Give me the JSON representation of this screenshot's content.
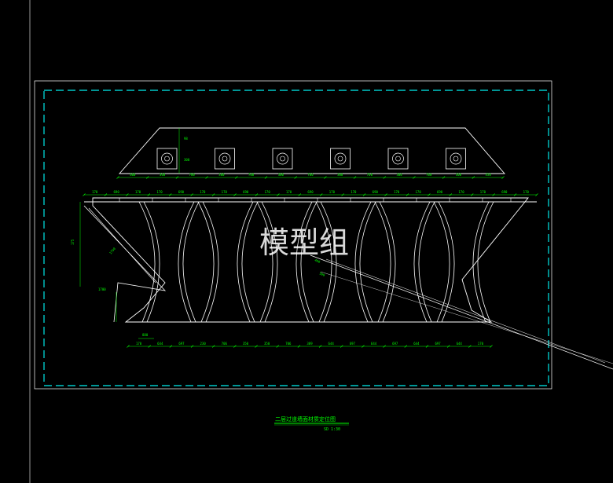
{
  "drawing": {
    "title": "二层过道墙面材质定位图",
    "scale": "SD 1:30",
    "watermark": "模型组"
  },
  "dims": {
    "top_row": [
      "600",
      "300",
      "700",
      "300",
      "700",
      "300",
      "700",
      "300",
      "700",
      "300",
      "700",
      "300",
      "450"
    ],
    "side_top": [
      "98",
      "300"
    ],
    "upper_band": [
      "170",
      "690",
      "170",
      "170",
      "690",
      "170",
      "170",
      "690",
      "170",
      "170",
      "690",
      "170",
      "170",
      "690",
      "170",
      "170",
      "690",
      "170",
      "170",
      "690",
      "170"
    ],
    "left": [
      "175",
      "1750",
      "1700",
      "880"
    ],
    "mid_leaders": [
      "400",
      "500"
    ],
    "bottom_row": [
      "170",
      "644",
      "697",
      "230",
      "706",
      "350",
      "350",
      "706",
      "389",
      "644",
      "697",
      "644",
      "697",
      "644",
      "697",
      "644",
      "170"
    ]
  },
  "colors": {
    "background": "#000000",
    "linework": "#ffffff",
    "dimension": "#00ff00",
    "border": "#00c8c8"
  }
}
